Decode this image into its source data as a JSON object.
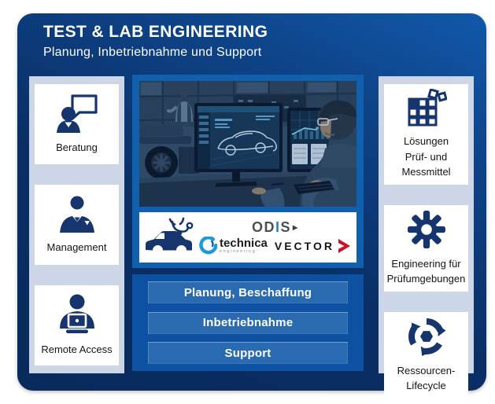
{
  "slide": {
    "title": "TEST & LAB ENGINEERING",
    "subtitle": "Planung, Inbetriebnahme und Support"
  },
  "left_column": {
    "items": [
      {
        "label": "Beratung",
        "icon": "consulting-speech-bubble-person-icon"
      },
      {
        "label": "Management",
        "icon": "businessman-suit-icon"
      },
      {
        "label": "Remote Access",
        "icon": "person-laptop-icon"
      }
    ]
  },
  "right_column": {
    "items": [
      {
        "label_line1": "Lösungen",
        "label_line2": "Prüf- und Messmittel",
        "icon": "module-grid-icon"
      },
      {
        "label_line1": "Engineering für",
        "label_line2": "Prüfumgebungen",
        "icon": "gear-icon"
      },
      {
        "label_line1": "Ressourcen-Lifecycle",
        "label_line2": "",
        "icon": "lifecycle-cycle-icon"
      }
    ]
  },
  "center": {
    "photo_description": "Engineer with glasses at dual monitors showing automotive CAD and measurement software, car chassis and colleague in background",
    "logos": {
      "car_diagnostics_icon": "car-stethoscope-icon",
      "odis": {
        "part1": "OD",
        "part2": "I",
        "part3": "S",
        "arrow": "▸"
      },
      "technica": {
        "name": "technica",
        "sub": "engineering"
      },
      "vector": {
        "name": "VECTOR"
      }
    },
    "buttons": [
      "Planung, Beschaffung",
      "Inbetriebnahme",
      "Support"
    ]
  },
  "colors": {
    "card_navy": "#092a5b",
    "header_blue": "#1159ab",
    "panel_blue": "#1160ae",
    "button_panel_blue": "#0d52a2",
    "button_blue": "#2a6ab0",
    "column_bg": "#ccd6e7",
    "icon_navy": "#16356d",
    "odis_gray": "#4a5056",
    "odis_blue": "#2e7fc2",
    "technica_blue": "#1b9cd8",
    "vector_red": "#cc1228"
  }
}
